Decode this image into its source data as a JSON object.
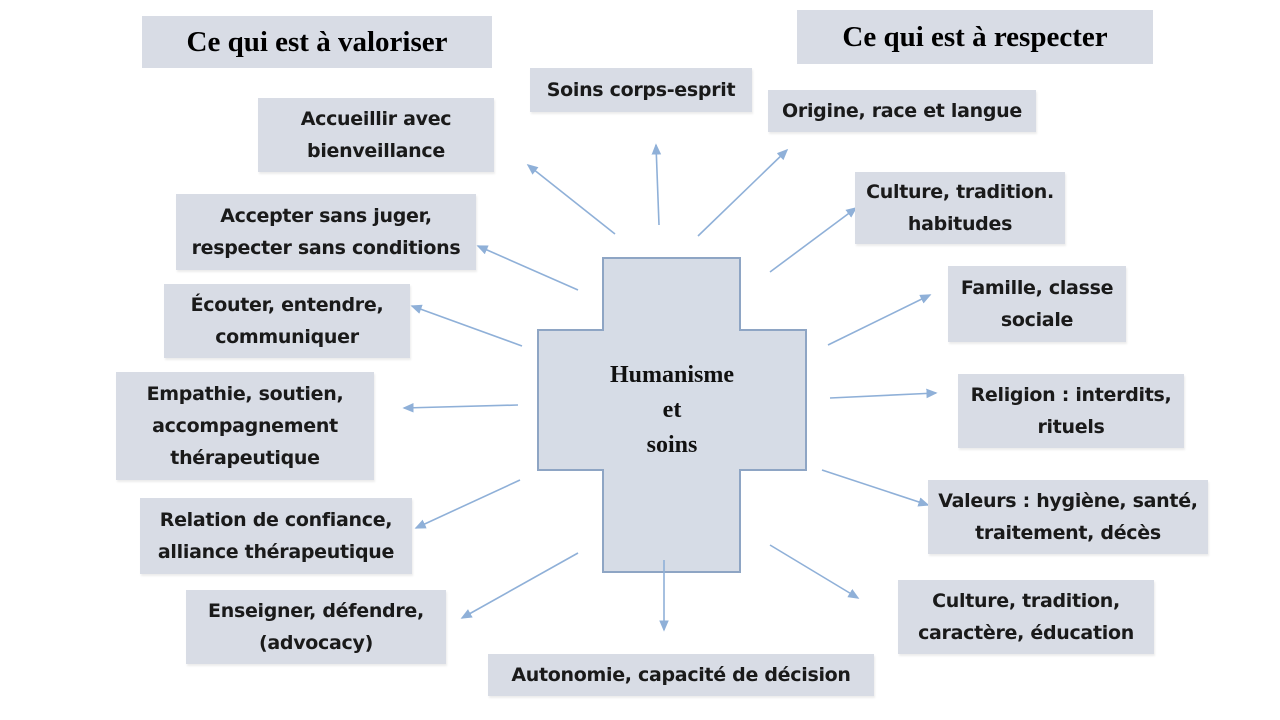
{
  "titles": {
    "left": "Ce qui est à valoriser",
    "right": "Ce qui est à respecter"
  },
  "center": "Humanisme\net\nsoins",
  "top": "Soins corps-esprit",
  "bottom": "Autonomie, capacité de décision",
  "valoriser": [
    "Accueillir avec\nbienveillance",
    "Accepter sans juger,\nrespecter sans conditions",
    "Écouter, entendre,\ncommuniquer",
    "Empathie, soutien,\naccompagnement\nthérapeutique",
    "Relation de confiance,\nalliance thérapeutique",
    "Enseigner, défendre,\n(advocacy)"
  ],
  "respecter": [
    "Origine, race et langue",
    "Culture, tradition.\nhabitudes",
    "Famille, classe\nsociale",
    "Religion : interdits,\nrituels",
    "Valeurs : hygiène, santé,\ntraitement, décès",
    "Culture, tradition,\ncaractère, éducation"
  ],
  "colors": {
    "box": "#d8dce5",
    "cross_fill": "#d6dce6",
    "cross_stroke": "#8ea5c4",
    "arrow": "#8fb0d8"
  }
}
